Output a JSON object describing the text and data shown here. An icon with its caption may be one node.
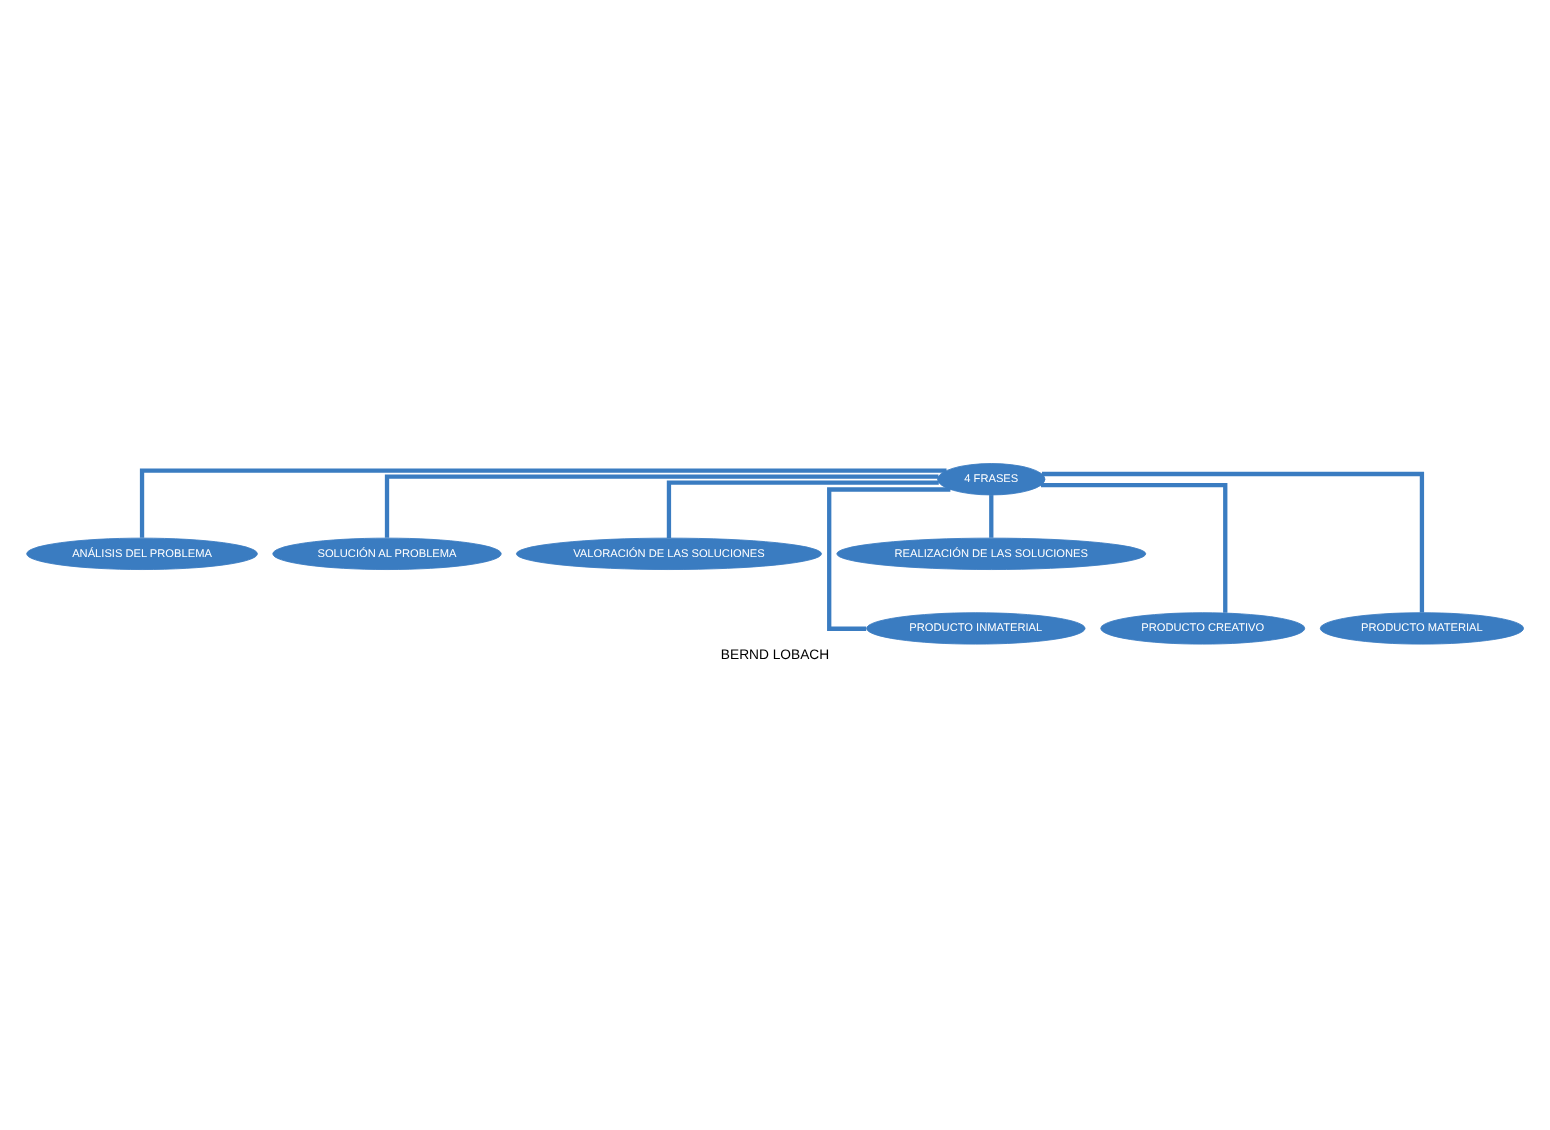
{
  "diagram": {
    "caption": "BERND LOBACH",
    "nodes": [
      {
        "text": [
          "4 FRASES"
        ]
      },
      {
        "text": [
          "ANÁLISIS DEL PROBLEMA"
        ]
      },
      {
        "text": [
          "SOLUCIÓN AL PROBLEMA"
        ]
      },
      {
        "text": [
          "VALORACIÓN DE LAS SOLUCIONES"
        ]
      },
      {
        "text": [
          "REALIZACIÓN DE LAS SOLUCIONES"
        ]
      },
      {
        "text": [
          "PRODUCTO INMATERIAL"
        ]
      },
      {
        "text": [
          "PRODUCTO CREATIVO"
        ]
      },
      {
        "text": [
          "PRODUCTO MATERIAL"
        ]
      }
    ],
    "edges": [
      {
        "from": 0,
        "to": 1,
        "arrow": "none"
      },
      {
        "from": 0,
        "to": 2,
        "arrow": "none"
      },
      {
        "from": 0,
        "to": 3,
        "arrow": "none"
      },
      {
        "from": 0,
        "to": 4,
        "arrow": "none"
      },
      {
        "from": 0,
        "to": 5,
        "arrow": "none"
      },
      {
        "from": 0,
        "to": 6,
        "arrow": "none"
      },
      {
        "from": 0,
        "to": 7,
        "arrow": "none"
      }
    ]
  }
}
